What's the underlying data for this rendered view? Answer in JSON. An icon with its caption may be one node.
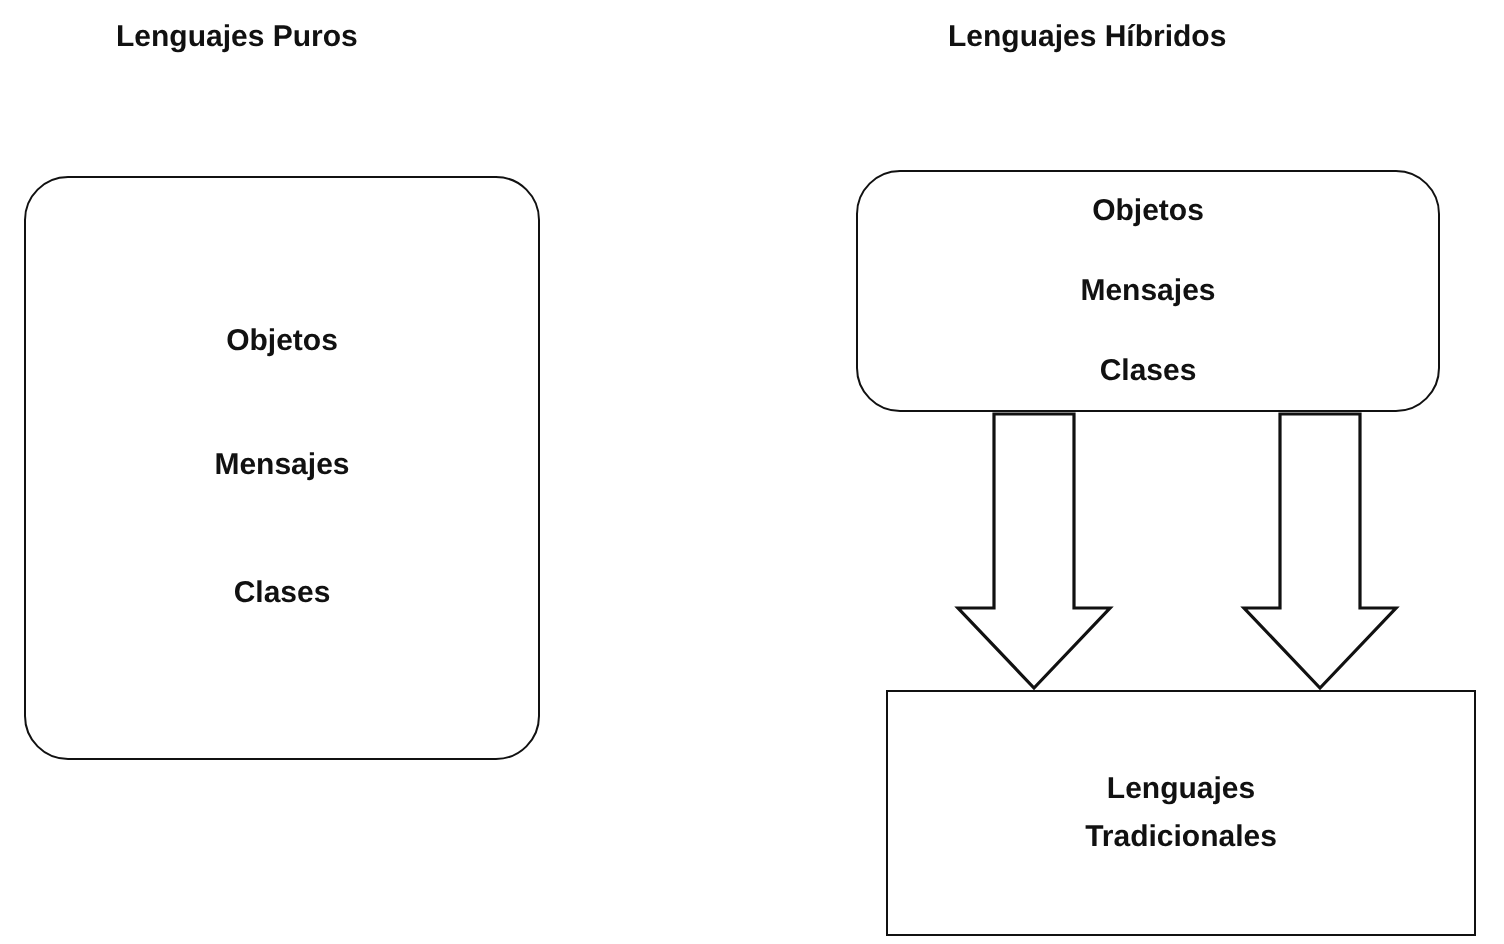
{
  "diagram": {
    "nodes": [
      {
        "text": [
          "Objetos",
          "Mensajes",
          "Clases"
        ]
      },
      {
        "text": [
          "Objetos",
          "Mensajes",
          "Clases"
        ]
      },
      {
        "text": [
          "Lenguajes Tradicionales"
        ]
      }
    ],
    "edges": [
      {
        "from": 1,
        "to": 2,
        "arrow": "to"
      },
      {
        "from": 1,
        "to": 2,
        "arrow": "to"
      }
    ],
    "labels": [
      "Lenguajes Puros",
      "Lenguajes Híbridos"
    ]
  }
}
